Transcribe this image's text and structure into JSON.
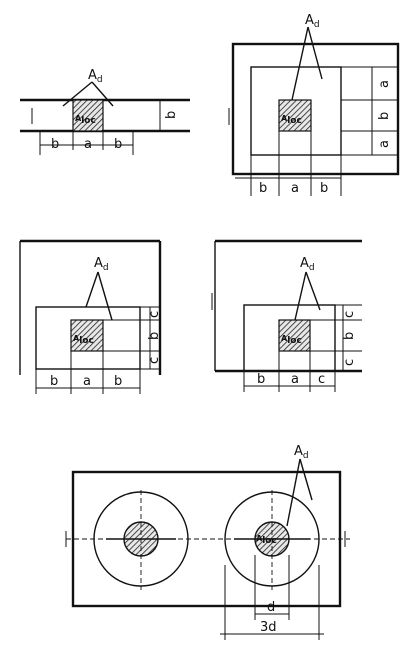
{
  "labels": {
    "a_d": "Ad",
    "a_d_main": "A",
    "a_d_sub": "d",
    "a_loc_main": "A",
    "a_loc_sub": "loc",
    "a": "a",
    "b": "b",
    "c": "c",
    "d": "d",
    "three_d": "3d"
  }
}
